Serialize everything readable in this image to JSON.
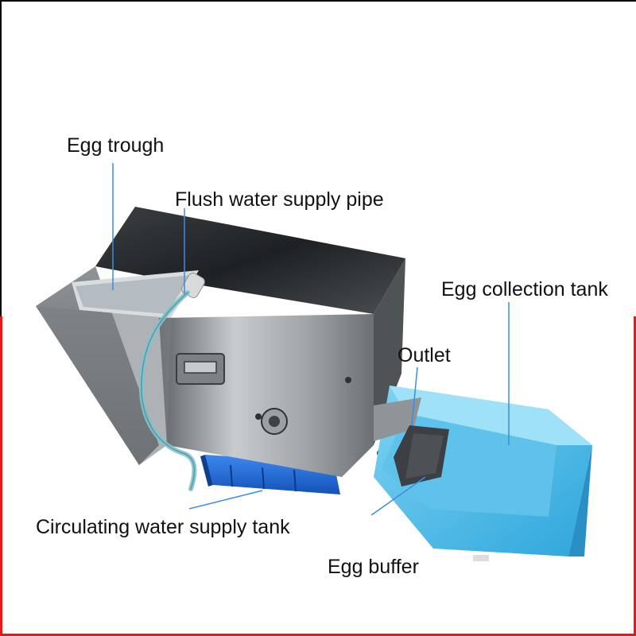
{
  "labels": {
    "egg_trough": "Egg trough",
    "flush_pipe": "Flush water supply pipe",
    "collection_tank": "Egg collection tank",
    "outlet": "Outlet",
    "circulating_tank": "Circulating water supply tank",
    "egg_buffer": "Egg buffer"
  },
  "colors": {
    "frame_red": "#e21a1a",
    "steel": "#8a8f92",
    "blue_tank": "#1f6fe0",
    "collection_tank": "#49b9e6",
    "hose": "#7fc3cf"
  }
}
